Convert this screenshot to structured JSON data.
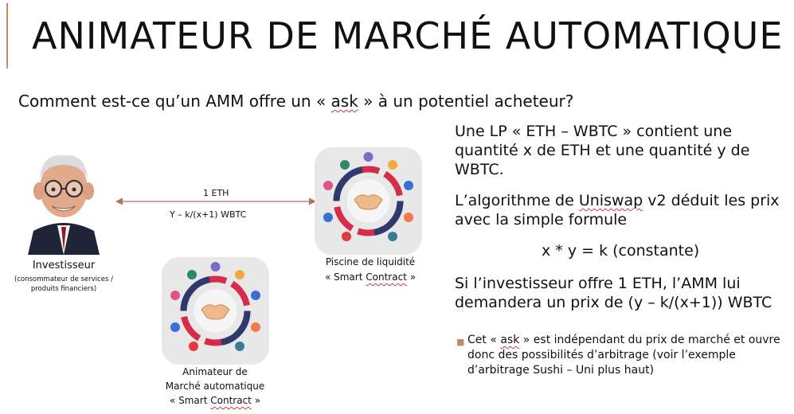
{
  "slide": {
    "title": "ANIMATEUR DE MARCHÉ AUTOMATIQUE",
    "question": {
      "before": "Comment est-ce qu’un AMM offre un « ",
      "ask": "ask",
      "after": " » à un potentiel acheteur?"
    },
    "investor": {
      "label": "Investisseur",
      "sub_line1": "(consommateur de services /",
      "sub_line2": "produits financiers)"
    },
    "arrow": {
      "top_label": "1 ETH",
      "bottom_label": "Y – k/(x+1) WBTC"
    },
    "pool": {
      "label_line1": "Piscine de liquidité",
      "label_line2_before": "« Smart ",
      "label_line2_word": "Contract",
      "label_line2_after": " »"
    },
    "amm": {
      "label_line1": "Animateur de",
      "label_line2": "Marché automatique",
      "label_line3_before": "« Smart ",
      "label_line3_word": "Contract",
      "label_line3_after": " »"
    },
    "right": {
      "p1": "Une LP « ETH – WBTC » contient une quantité x de ETH et une quantité y de WBTC.",
      "p2_before": "L’algorithme de ",
      "p2_word": "Uniswap",
      "p2_after": " v2 déduit les prix avec la simple formule",
      "formula": "x * y = k (constante)",
      "p3": "Si l’investisseur offre 1 ETH, l’AMM lui demandera un prix de (y – k/(x+1)) WBTC",
      "bullet_before": "Cet « ",
      "bullet_word": "ask",
      "bullet_after": " » est indépendant du prix de marché et ouvre donc des possibilités d’arbitrage (voir l’exemple d’arbitrage Sushi – Uni plus haut)"
    },
    "colors": {
      "accent": "#c98a6a",
      "ring_red": "#d62b4b",
      "ring_navy": "#2e3a6e",
      "icon_bg": "#e8e8e8"
    }
  }
}
